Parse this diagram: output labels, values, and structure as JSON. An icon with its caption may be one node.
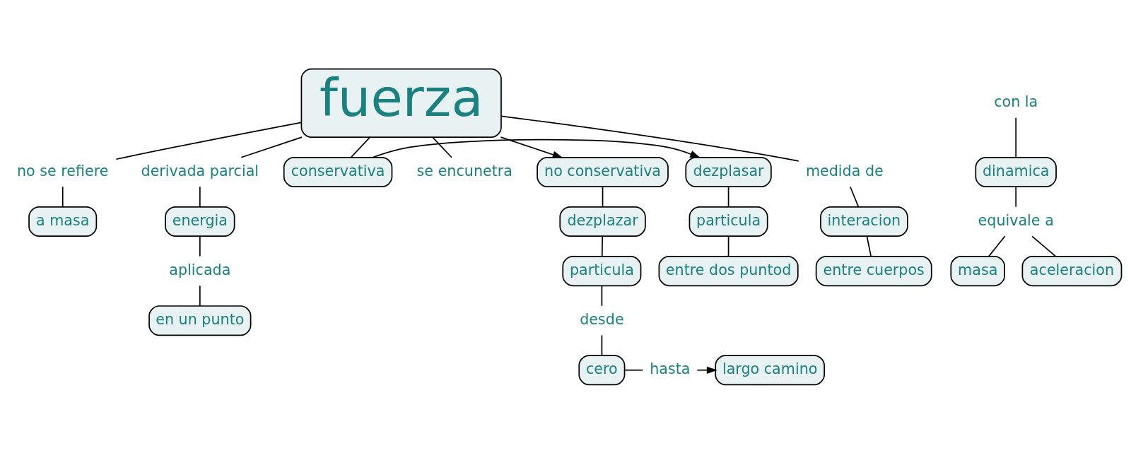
{
  "diagram": {
    "nodes": [
      {
        "text": [
          "fuerza"
        ]
      },
      {
        "text": [
          "medida de"
        ]
      },
      {
        "text": [
          "interacion"
        ]
      },
      {
        "text": [
          "entre cuerpos"
        ]
      },
      {
        "text": [
          "no se refiere"
        ]
      },
      {
        "text": [
          "a masa"
        ]
      },
      {
        "text": [
          "derivada parcial"
        ]
      },
      {
        "text": [
          "energia"
        ]
      },
      {
        "text": [
          "aplicada"
        ]
      },
      {
        "text": [
          "en un punto"
        ]
      },
      {
        "text": [
          "se encunetra"
        ]
      },
      {
        "text": [
          "con la"
        ]
      },
      {
        "text": [
          "dinamica"
        ]
      },
      {
        "text": [
          "equivale a"
        ]
      },
      {
        "text": [
          "masa"
        ]
      },
      {
        "text": [
          "aceleracion"
        ]
      },
      {
        "text": [
          "conservativa"
        ]
      },
      {
        "text": [
          "dezplasar"
        ]
      },
      {
        "text": [
          "particula"
        ]
      },
      {
        "text": [
          "entre dos puntod"
        ]
      },
      {
        "text": [
          "no conservativa"
        ]
      },
      {
        "text": [
          "dezplazar"
        ]
      },
      {
        "text": [
          "particula"
        ]
      },
      {
        "text": [
          "desde"
        ]
      },
      {
        "text": [
          "cero"
        ]
      },
      {
        "text": [
          "hasta"
        ]
      },
      {
        "text": [
          "largo camino"
        ]
      }
    ],
    "edges": [
      {
        "from": 0,
        "to": 1,
        "arrow": "none"
      },
      {
        "from": 1,
        "to": 2,
        "arrow": "none"
      },
      {
        "from": 2,
        "to": 3,
        "arrow": "none"
      },
      {
        "from": 0,
        "to": 4,
        "arrow": "none"
      },
      {
        "from": 4,
        "to": 5,
        "arrow": "none"
      },
      {
        "from": 0,
        "to": 6,
        "arrow": "none"
      },
      {
        "from": 6,
        "to": 7,
        "arrow": "none"
      },
      {
        "from": 7,
        "to": 8,
        "arrow": "none"
      },
      {
        "from": 8,
        "to": 9,
        "arrow": "none"
      },
      {
        "from": 0,
        "to": 10,
        "arrow": "none"
      },
      {
        "from": 11,
        "to": 12,
        "arrow": "none"
      },
      {
        "from": 12,
        "to": 13,
        "arrow": "none"
      },
      {
        "from": 13,
        "to": 14,
        "arrow": "none"
      },
      {
        "from": 13,
        "to": 15,
        "arrow": "none"
      },
      {
        "from": 0,
        "to": 16,
        "arrow": "none"
      },
      {
        "from": 16,
        "to": 17,
        "arrow": "to"
      },
      {
        "from": 17,
        "to": 18,
        "arrow": "none"
      },
      {
        "from": 18,
        "to": 19,
        "arrow": "none"
      },
      {
        "from": 0,
        "to": 20,
        "arrow": "to"
      },
      {
        "from": 20,
        "to": 21,
        "arrow": "none"
      },
      {
        "from": 21,
        "to": 22,
        "arrow": "none"
      },
      {
        "from": 22,
        "to": 23,
        "arrow": "none"
      },
      {
        "from": 23,
        "to": 24,
        "arrow": "none"
      },
      {
        "from": 24,
        "to": 25,
        "arrow": "none"
      },
      {
        "from": 25,
        "to": 26,
        "arrow": "to"
      }
    ]
  }
}
